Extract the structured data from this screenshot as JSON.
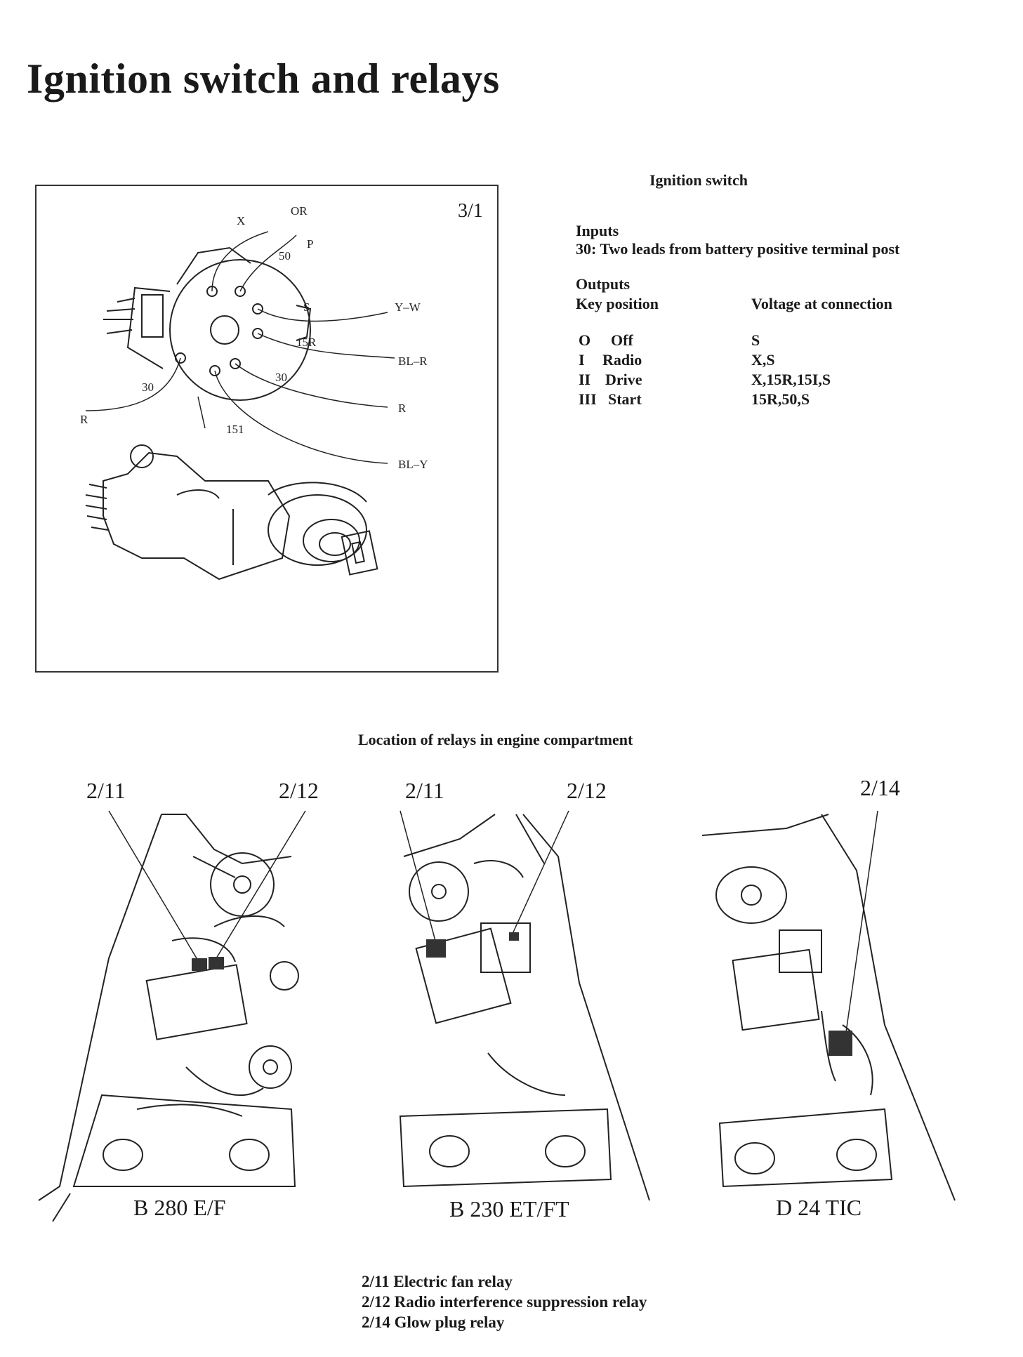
{
  "title": "Ignition switch and relays",
  "figure": {
    "number": "3/1",
    "pins": [
      "X",
      "OR",
      "50",
      "P",
      "S",
      "Y–W",
      "15R",
      "BL–R",
      "30",
      "R",
      "30",
      "R",
      "151",
      "BL–Y"
    ]
  },
  "ignition": {
    "heading": "Ignition switch",
    "inputs_heading": "Inputs",
    "inputs_line": "30: Two leads from battery positive terminal post",
    "outputs_heading": "Outputs",
    "col_key": "Key position",
    "col_voltage": "Voltage at connection",
    "rows": [
      {
        "num": "O",
        "name": "Off",
        "voltage": "S"
      },
      {
        "num": "I",
        "name": "Radio",
        "voltage": "X,S"
      },
      {
        "num": "II",
        "name": "Drive",
        "voltage": "X,15R,15I,S"
      },
      {
        "num": "III",
        "name": "Start",
        "voltage": "15R,50,S"
      }
    ]
  },
  "relays": {
    "heading": "Location of relays in engine compartment",
    "panels": [
      {
        "name": "B 280 E/F",
        "labels": [
          "2/11",
          "2/12"
        ]
      },
      {
        "name": "B 230 ET/FT",
        "labels": [
          "2/11",
          "2/12"
        ]
      },
      {
        "name": "D 24 TIC",
        "labels": [
          "2/14"
        ]
      }
    ],
    "legend": [
      "2/11 Electric fan relay",
      "2/12 Radio interference suppression relay",
      "2/14 Glow plug relay"
    ]
  }
}
